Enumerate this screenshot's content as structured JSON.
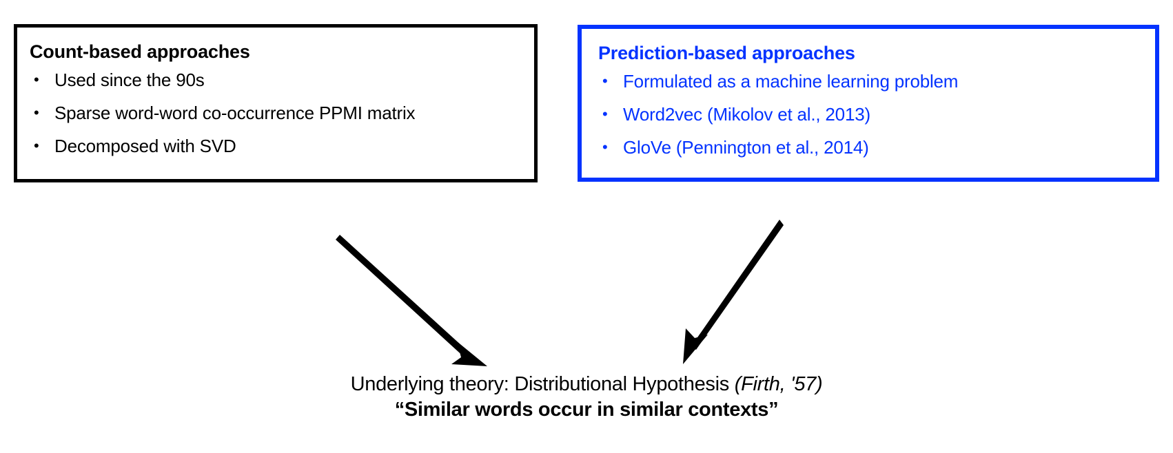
{
  "slide": {
    "colors": {
      "count_based": "#000000",
      "prediction_based": "#0433ff",
      "background": "#ffffff",
      "arrow": "#000000"
    }
  },
  "left_panel": {
    "title": "Count-based approaches",
    "bullet_glyph": "•",
    "bullets": [
      "Used since the 90s",
      "Sparse word-word co-occurrence PPMI matrix",
      "Decomposed with SVD"
    ]
  },
  "right_panel": {
    "title": "Prediction-based approaches",
    "bullet_glyph": "•",
    "bullets": [
      "Formulated as a machine learning problem",
      "Word2vec (Mikolov et al., 2013)",
      "GloVe (Pennington et al., 2014)"
    ]
  },
  "arrows": {
    "left_arrow_label": "arrow from count-based approaches to underlying theory",
    "right_arrow_label": "arrow from prediction-based approaches to underlying theory"
  },
  "caption": {
    "line1_prefix": "Underlying theory: Distributional Hypothesis ",
    "line1_citation": "(Firth, '57)",
    "line2": "“Similar words occur in similar contexts”"
  }
}
